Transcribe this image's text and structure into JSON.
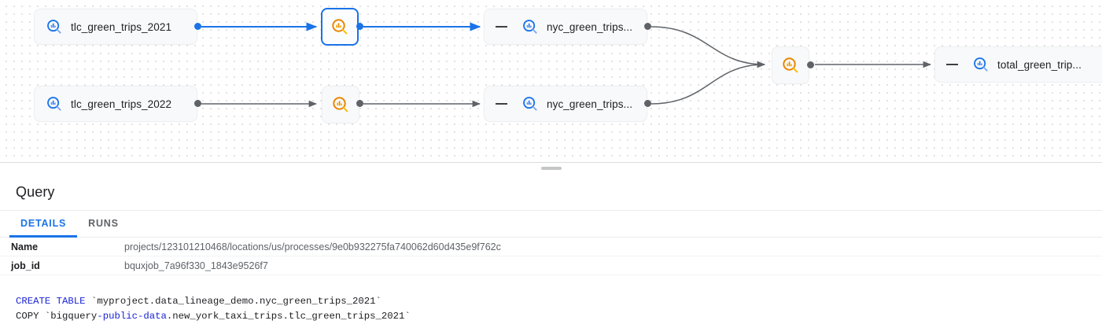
{
  "canvas": {
    "nodes": [
      {
        "id": "tlc2021",
        "type": "table",
        "label": "tlc_green_trips_2021",
        "icon": "data-search-blue-icon",
        "selected": false,
        "collapsible": false
      },
      {
        "id": "tlc2022",
        "type": "table",
        "label": "tlc_green_trips_2022",
        "icon": "data-search-blue-icon",
        "selected": false,
        "collapsible": false
      },
      {
        "id": "proc1",
        "type": "process",
        "label": "",
        "icon": "data-search-orange-icon",
        "selected": true,
        "collapsible": false
      },
      {
        "id": "proc2",
        "type": "process",
        "label": "",
        "icon": "data-search-orange-icon",
        "selected": false,
        "collapsible": false
      },
      {
        "id": "nyc1",
        "type": "table",
        "label": "nyc_green_trips...",
        "icon": "data-search-blue-icon",
        "selected": false,
        "collapsible": true
      },
      {
        "id": "nyc2",
        "type": "table",
        "label": "nyc_green_trips...",
        "icon": "data-search-blue-icon",
        "selected": false,
        "collapsible": true
      },
      {
        "id": "proc3",
        "type": "process",
        "label": "",
        "icon": "data-search-orange-icon",
        "selected": false,
        "collapsible": false
      },
      {
        "id": "total",
        "type": "table",
        "label": "total_green_trip...",
        "icon": "data-search-blue-icon",
        "selected": false,
        "collapsible": true
      }
    ],
    "colors": {
      "edge_default": "#5f6368",
      "edge_highlight": "#1a73e8",
      "node_icon_blue": "#1a73e8",
      "node_icon_orange": "#f29900",
      "node_bg": "#f8f9fa",
      "grid_dot": "#e2e2e2"
    }
  },
  "panel": {
    "title": "Query",
    "tabs": [
      {
        "id": "details",
        "label": "DETAILS",
        "active": true
      },
      {
        "id": "runs",
        "label": "RUNS",
        "active": false
      }
    ],
    "properties": [
      {
        "key": "Name",
        "value": "projects/123101210468/locations/us/processes/9e0b932275fa740062d60d435e9f762c"
      },
      {
        "key": "job_id",
        "value": "bquxjob_7a96f330_1843e9526f7"
      }
    ],
    "sql": {
      "line1_kw": "CREATE TABLE",
      "line1_rest": " `myproject.data_lineage_demo.nyc_green_trips_2021`",
      "line2_a": "COPY `bigquery",
      "line2_b": "-public-data",
      "line2_c": ".new_york_taxi_trips.tlc_green_trips_2021`"
    }
  }
}
